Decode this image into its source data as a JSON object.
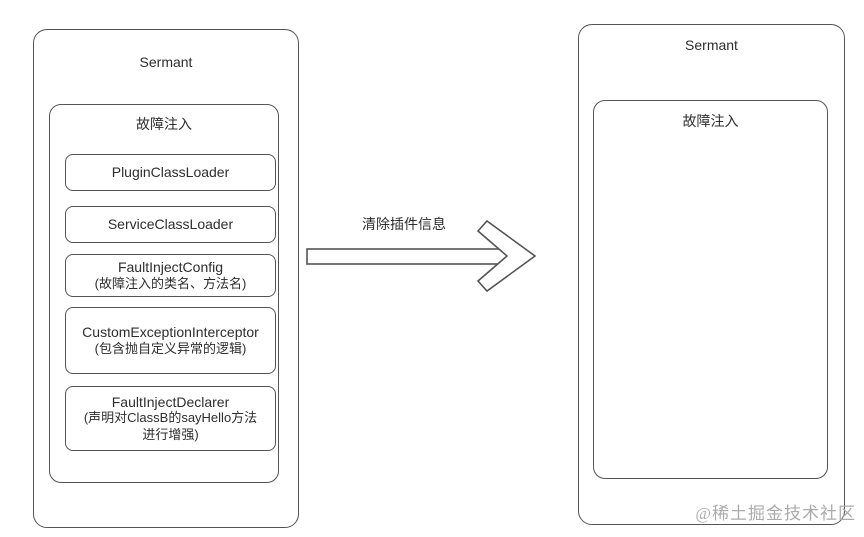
{
  "colors": {
    "background": "#ffffff",
    "border": "#545454",
    "text": "#2d2d2d",
    "watermark": "#ababab"
  },
  "left_panel": {
    "title": "Sermant",
    "inner_box": {
      "title": "故障注入",
      "items": [
        {
          "lines": [
            "PluginClassLoader"
          ]
        },
        {
          "lines": [
            "ServiceClassLoader"
          ]
        },
        {
          "lines": [
            "FaultInjectConfig",
            "(故障注入的类名、方法名)"
          ]
        },
        {
          "lines": [
            "CustomExceptionInterceptor",
            "(包含抛自定义异常的逻辑)"
          ]
        },
        {
          "lines": [
            "FaultInjectDeclarer",
            "(声明对ClassB的sayHello方法",
            "进行增强)"
          ]
        }
      ]
    }
  },
  "arrow": {
    "label": "清除插件信息"
  },
  "right_panel": {
    "title": "Sermant",
    "inner_box": {
      "title": "故障注入"
    }
  },
  "watermark": "@稀土掘金技术社区"
}
